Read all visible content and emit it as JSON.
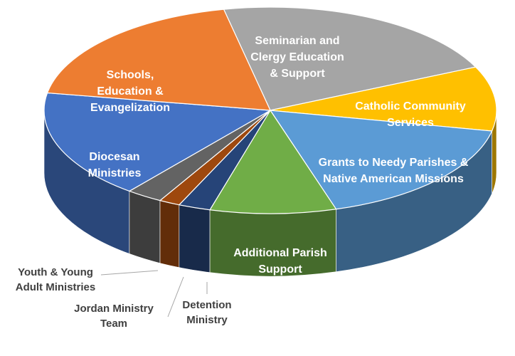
{
  "chart_data": {
    "type": "pie",
    "style": "3d",
    "legend": "none",
    "values_shown": false,
    "slices": [
      {
        "label": "Seminarian and Clergy Education & Support",
        "lines": [
          "Seminarian and",
          "Clergy Education",
          "& Support"
        ],
        "value": 21.4,
        "color": "#A5A5A5",
        "label_color": "#ffffff"
      },
      {
        "label": "Catholic Community Services",
        "lines": [
          "Catholic Community",
          "Services"
        ],
        "value": 10.1,
        "color": "#FFC000",
        "label_color": "#ffffff"
      },
      {
        "label": "Grants to Needy Parishes & Native American Missions",
        "lines": [
          "Grants to Needy Parishes &",
          "Native American Missions"
        ],
        "value": 17.1,
        "color": "#5B9BD5",
        "label_color": "#ffffff"
      },
      {
        "label": "Additional Parish Support",
        "lines": [
          "Additional Parish",
          "Support"
        ],
        "value": 9.0,
        "color": "#70AD47",
        "label_color": "#ffffff"
      },
      {
        "label": "Detention Ministry",
        "lines": [
          "Detention",
          "Ministry"
        ],
        "value": 2.3,
        "color": "#264478",
        "label_color": "#404040"
      },
      {
        "label": "Jordan Ministry Team",
        "lines": [
          "Jordan Ministry",
          "Team"
        ],
        "value": 1.5,
        "color": "#9E480E",
        "label_color": "#404040"
      },
      {
        "label": "Youth & Young Adult Ministries",
        "lines": [
          "Youth & Young",
          "Adult Ministries"
        ],
        "value": 2.6,
        "color": "#636363",
        "label_color": "#404040"
      },
      {
        "label": "Diocesan Ministries",
        "lines": [
          "Diocesan",
          "Ministries"
        ],
        "value": 17.0,
        "color": "#4472C4",
        "label_color": "#ffffff"
      },
      {
        "label": "Schools, Education & Evangelization",
        "lines": [
          "Schools,",
          "Education &",
          "Evangelization"
        ],
        "value": 19.0,
        "color": "#ED7D31",
        "label_color": "#ffffff"
      }
    ]
  }
}
